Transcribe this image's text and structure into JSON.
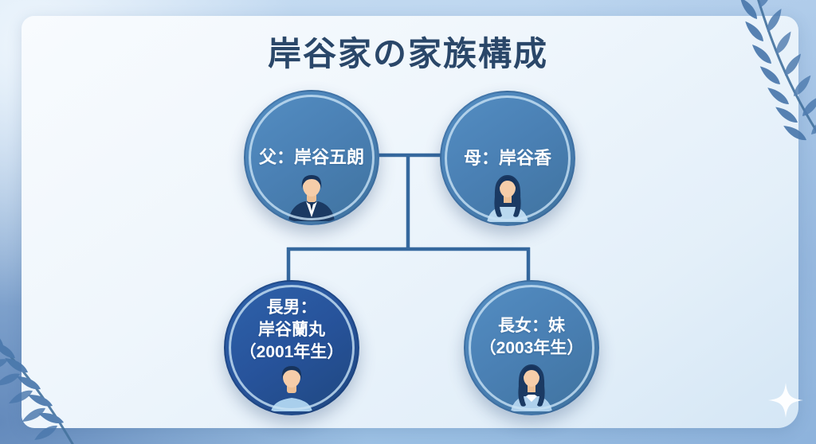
{
  "title": "岸谷家の家族構成",
  "family": {
    "parents": [
      {
        "id": "father",
        "label": "父：岸谷五朗",
        "avatar": "man-suit-avatar-icon"
      },
      {
        "id": "mother",
        "label": "母：岸谷香",
        "avatar": "woman-long-hair-avatar-icon"
      }
    ],
    "children": [
      {
        "id": "eldest-son",
        "label": "長男：\n岸谷蘭丸\n（2001年生）",
        "avatar": "young-man-avatar-icon"
      },
      {
        "id": "eldest-daughter",
        "label": "長女：妹\n（2003年生）",
        "avatar": "young-woman-avatar-icon"
      }
    ]
  },
  "decor": {
    "top_right": "leaf-branch-icon",
    "bottom_left": "leaf-branch-icon",
    "bottom_right": "sparkle-icon"
  },
  "colors": {
    "node_fill": "#4a80b4",
    "node_fill_dark": "#27539b",
    "node_inner_ring": "#c8e2f5",
    "connector_line": "#35689e",
    "title_text": "#2a4769",
    "card_bg": "#eef5fb",
    "outer_bg": "#b4d0ea",
    "leaf": "#4a78ac"
  }
}
